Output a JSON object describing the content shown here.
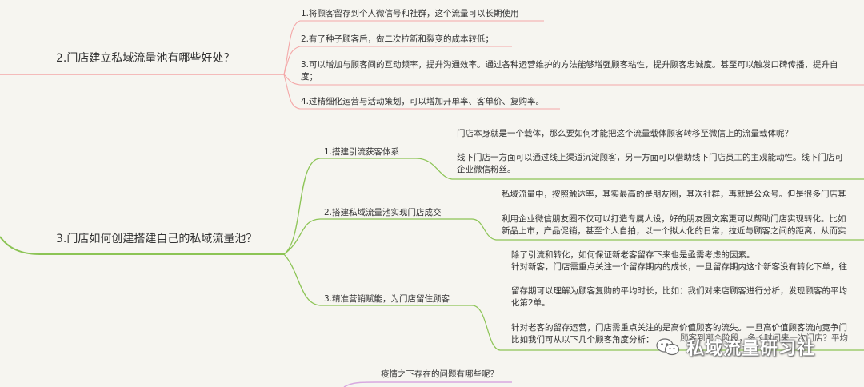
{
  "colors": {
    "pink_branch": "#f4a8a8",
    "green_branch": "#8cc455",
    "purple_branch": "#d8a8e0",
    "background": "#f6f5f0"
  },
  "topics": {
    "t2": {
      "title": "2.门店建立私域流量池有哪些好处？",
      "items": [
        "1.将顾客留存到个人微信号和社群，这个流量可以长期使用",
        "2.有了种子顾客后，做二次拉新和裂变的成本较低；",
        "3.可以增加与顾客间的互动频率，提升沟通效率。通过各种运营维护的方法能够增强顾客粘性，提升顾客忠诚度。甚至可以触发口碑传播，提升自",
        "度；",
        "4.过精细化运营与活动策划，可以增加开单率、客单价、复购率。"
      ]
    },
    "t3": {
      "title": "3.门店如何创建搭建自己的私域流量池？",
      "b1": {
        "label": "1.搭建引流获客体系",
        "lines": [
          "门店本身就是一个载体，那么要如何才能把这个流量载体顾客转移至微信上的流量载体呢？",
          "线下门店一方面可以通过线上渠道沉淀顾客，另一方面可以借助线下门店员工的主观能动性。线下门店可",
          "企业微信粉丝。"
        ]
      },
      "b2": {
        "label": "2.搭建私域流量池实现门店成交",
        "lines": [
          "私域流量中，按照触达率，其实最高的是朋友圈，其次社群，再就是公众号。但是很多门店其",
          "利用企业微信朋友圈不仅可以打造专属人设，好的朋友圈文案更可以帮助门店实现转化。比如",
          "新品上市，产品促销，甚至个人自拍，以一个拟人化的日常，拉近与顾客之间的距离，从而实"
        ]
      },
      "b3": {
        "label": "3.精准营销赋能，为门店留住顾客",
        "lines": [
          "除了引流和转化，如何保证新老客留存下来也是亟需考虑的因素。",
          "针对新客，门店需重点关注一个留存期内的成长，一旦留存期内这个新客没有转化下单，往",
          "留存期可以理解为顾客复购的平均时长，比如：我们对来店顾客进行分析，发现顾客的平均",
          "化第2单。",
          "针对老客的留存运营，门店需重点关注的是高价值顾客的流失。一旦高价值顾客流向竞争门",
          "比如我们可从以下几个顾客角度分析："
        ],
        "tail_overlap": "顾客到哪个阶段，多长时间来一次门店？平均"
      }
    },
    "t4": {
      "title": "疫情之下存在的问题有哪些呢？"
    }
  },
  "watermark": {
    "text": "私域流量研习社",
    "icon": "wechat-icon"
  }
}
